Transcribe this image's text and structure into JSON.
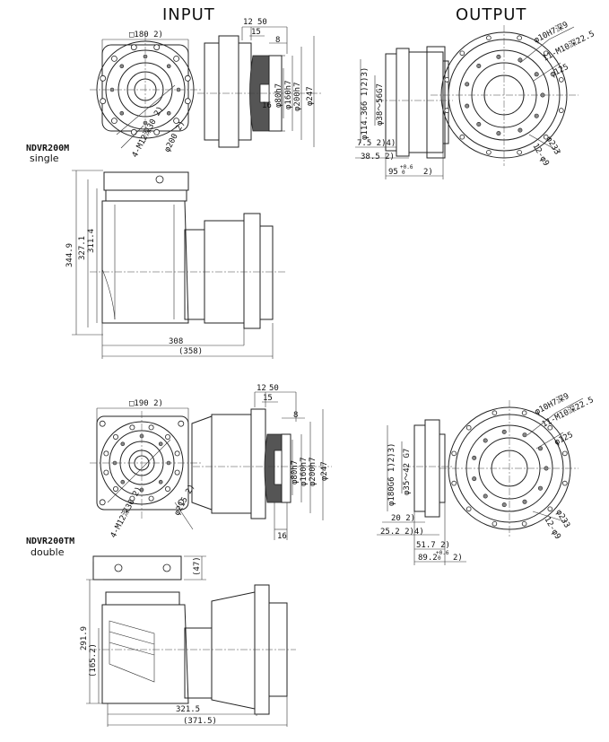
{
  "headers": {
    "input": "INPUT",
    "output": "OUTPUT"
  },
  "models": [
    {
      "name": "NDVR200M",
      "variant": "single"
    },
    {
      "name": "NDVR200TM",
      "variant": "double"
    }
  ],
  "single": {
    "input_dims": {
      "square": "□180  2)",
      "top12": "12",
      "top50": "50",
      "top15": "15",
      "top8": "8",
      "d247": "φ247",
      "d200h7": "φ200h7",
      "d160h7": "φ160h7",
      "d80h7": "φ80h7",
      "d16": "16",
      "pcd200": "φ200  2)",
      "holes": "4-M12深30  2)"
    },
    "side_dims": {
      "h3449": "344.9",
      "h3271": "327.1",
      "h3114": "311.4",
      "w308": "308",
      "w358": "(358)"
    },
    "output_dims": {
      "d10h7": "φ10H7深9",
      "m10": "11-M10深22.5",
      "d125": "φ125",
      "d233": "φ233",
      "holes9": "12-φ9",
      "d114": "φ114.366  1)2)3)",
      "d38": "φ38〜56G7",
      "v75": "7.5  2)4)",
      "v385": "38.5  2)",
      "v95": "95",
      "v95tol": "+0.6",
      "v95tol2": "0",
      "v95n": "2)"
    }
  },
  "double": {
    "input_dims": {
      "square": "□190  2)",
      "top12": "12",
      "top50": "50",
      "top15": "15",
      "top8": "8",
      "d247": "φ247",
      "d200h7": "φ200h7",
      "d160h7": "φ160h7",
      "d80h7": "φ80h7",
      "d16": "16",
      "pcd215": "φ215  2)",
      "holes": "4-M12深30  2)"
    },
    "side_dims": {
      "h2919": "291.9",
      "h1652": "(165.2)",
      "h47": "(47)",
      "w3215": "321.5",
      "w3715": "(371.5)"
    },
    "output_dims": {
      "d10h7": "φ10H7深9",
      "m10": "11-M10深22.5",
      "d125": "φ125",
      "d233": "φ233",
      "holes9": "12-φ9",
      "d180": "φ180G6  1)2)3)",
      "d35": "φ35〜42 G7",
      "v20": "20  2)",
      "v252": "25.2  2)4)",
      "v517": "51.7  2)",
      "v892": "89.2",
      "v892tol": "+0.6",
      "v892tol2": "0",
      "v892n": "2)"
    }
  }
}
